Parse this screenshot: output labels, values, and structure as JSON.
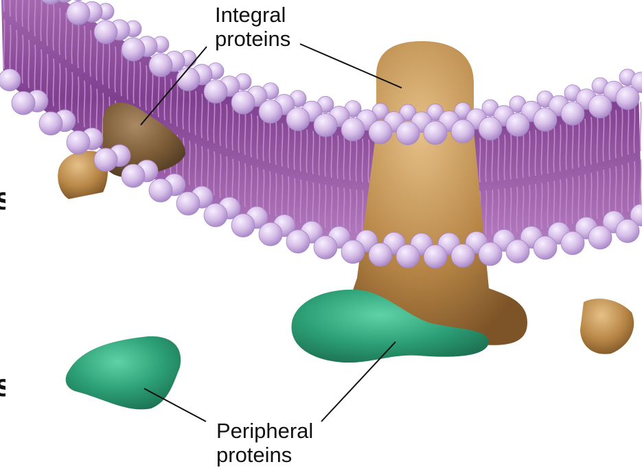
{
  "labels": {
    "integral": {
      "line1": "Integral",
      "line2": "proteins"
    },
    "peripheral": {
      "line1": "Peripheral",
      "line2": "proteins"
    },
    "cut_left_edge": "s",
    "cut_left_edge_bottom": "s"
  },
  "colors": {
    "head": "#d9c3ea",
    "head_stroke": "#a585c4",
    "core": "#8d4a9a",
    "tail": "#c58ac9",
    "integral_light": "#c89a55",
    "integral_dark": "#7f5a34",
    "peripheral": "#2f9c74"
  }
}
